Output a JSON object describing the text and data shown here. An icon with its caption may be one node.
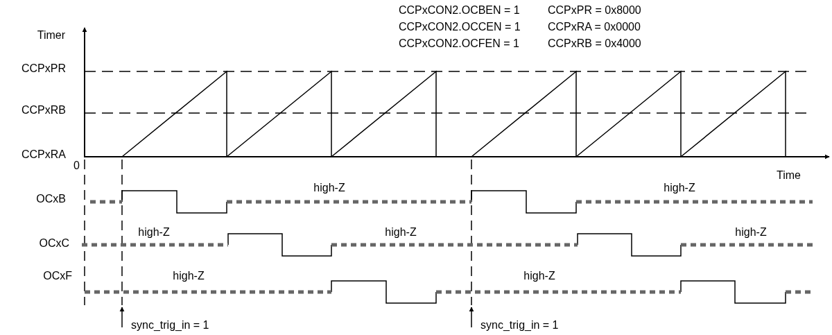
{
  "diagram": {
    "labels": [
      "CCPxCON2.OCBEN = 1",
      "CCPxCON2.OCCEN = 1",
      "CCPxCON2.OCFEN = 1",
      "CCPxPR = 0x8000",
      "CCPxRA = 0x0000",
      "CCPxRB = 0x4000",
      "Timer",
      "CCPxPR",
      "CCPxRB",
      "CCPxRA",
      "0",
      "Time",
      "OCxB",
      "high-Z",
      "high-Z",
      "OCxC",
      "high-Z",
      "high-Z",
      "high-Z",
      "OCxF",
      "high-Z",
      "high-Z",
      "sync_trig_in = 1",
      "sync_trig_in = 1"
    ]
  }
}
